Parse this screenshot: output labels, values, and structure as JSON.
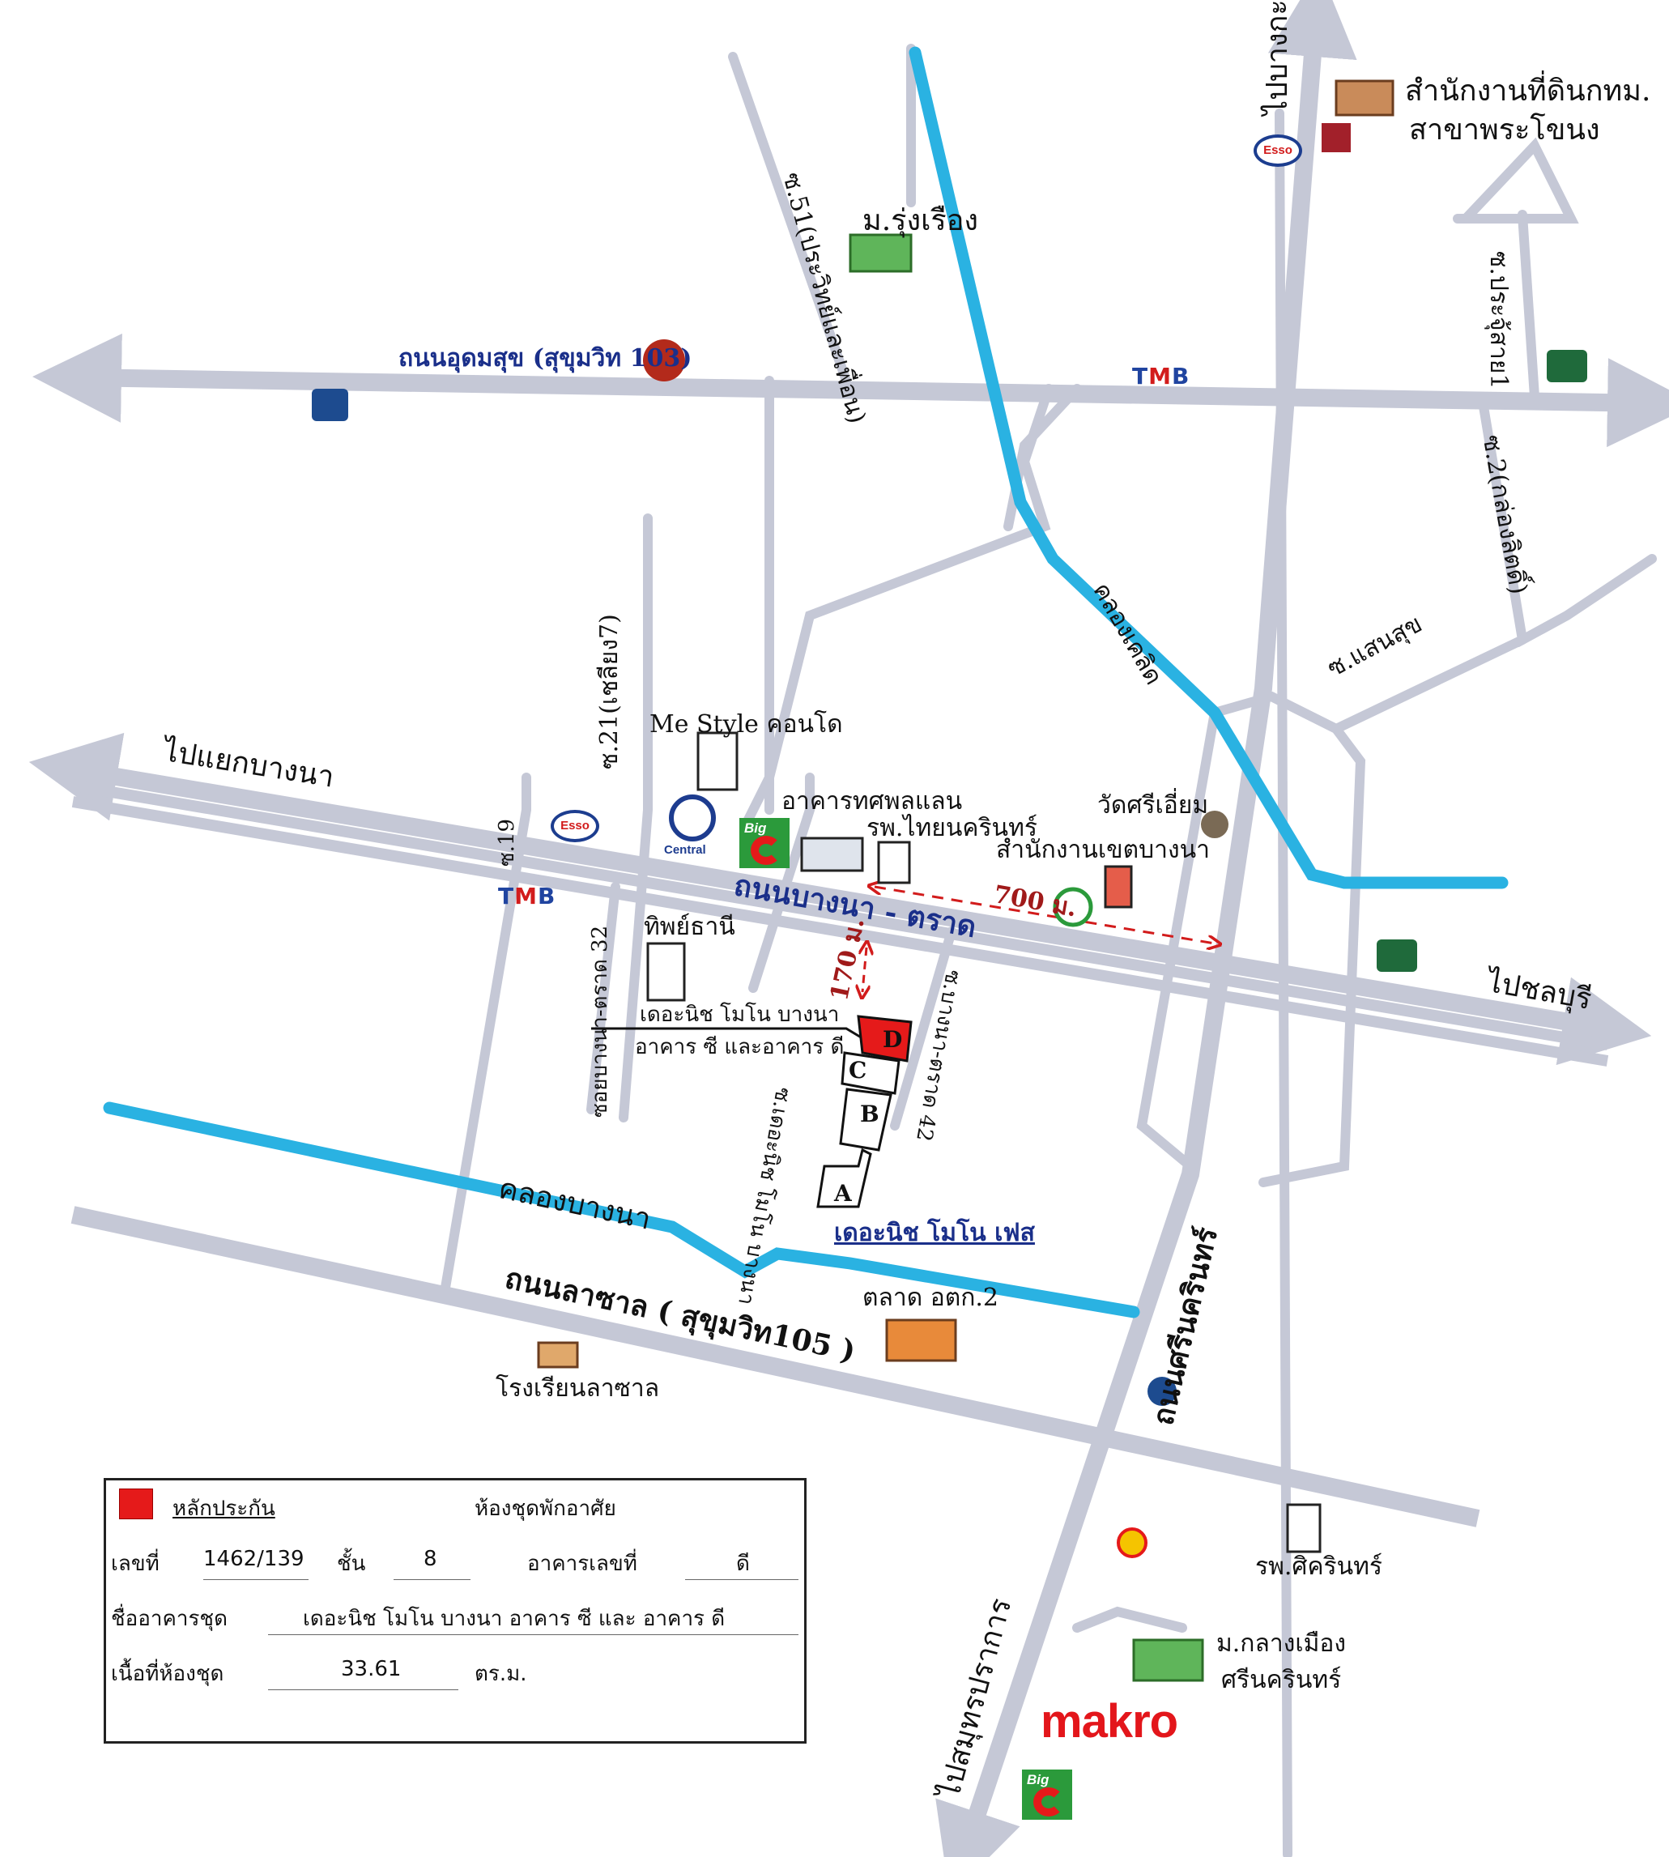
{
  "labels": {
    "to_bang_kapi": "ไปบางกะปิ",
    "land_office_line1": "สำนักงานที่ดินกทม.",
    "land_office_line2": "สาขาพระโขนง",
    "soi_51": "ซ.51(ประวิทย์และเพื่อน)",
    "moo_rung_rueang": "ม.รุ่งเรือง",
    "udom_suk_road": "ถนนอุดมสุข (สุขุมวิท 103)",
    "soi_pracha_uthit": "ซ.ประจุ้สาย1",
    "soi_2": "ซ.2(กล่องลิตดิ์)",
    "khlong_kaet": "คลองเคลิด",
    "soi_saen_suk": "ซ.แสนสุข",
    "soi_21": "ซ.21(เชลียง7)",
    "me_style_condo": "Me Style คอนโด",
    "to_bang_na_junction": "ไปแยกบางนา",
    "soi_19": "ซ.19",
    "thosaphol_building": "อาคารทศพลแลน",
    "thainakarin_hospital": "รพ.ไทยนครินทร์",
    "wat_si_iam": "วัดศรีเอี่ยม",
    "bang_na_district_office": "สำนักงานเขตบางนา",
    "bangna_trad_road": "ถนนบางนา - ตราด",
    "distance_700": "700 ม.",
    "to_chon_buri": "ไปชลบุรี",
    "thip_thani": "ทิพย์ธานี",
    "distance_170": "170 ม.",
    "soi_bangna_trad_32": "ซอยบางนา-ตราด 32",
    "soi_bangna_trad_42": "ซ.บางนา-ตราด 42",
    "project_callout_line1": "เดอะนิช โมโน บางนา",
    "project_callout_line2": "อาคาร ซี และอาคาร ดี",
    "soi_the_niche": "ซ.เดอะนิช โมโน บางนา",
    "khlong_bang_na": "คลองบางนา",
    "the_niche_mono_phase": "เดอะนิช โมโน เฟส",
    "lasalle_road": "ถนนลาซาล ( สุขุมวิท105 )",
    "market": "ตลาด อตก.2",
    "lasalle_school": "โรงเรียนลาซาล",
    "srinakarin_road": "ถนนศรีนครินทร์",
    "sikarin_hospital": "รพ.ศิครินทร์",
    "klang_mueang_line1": "ม.กลางเมือง",
    "klang_mueang_line2": "ศรีนครินทร์",
    "to_samut_prakan": "ไปสมุทรปราการ"
  },
  "buildings": [
    "A",
    "B",
    "C",
    "D"
  ],
  "logos": {
    "tmb": {
      "t": "T",
      "m": "M",
      "b": "B"
    },
    "esso": "Esso",
    "central": "Central",
    "big_c": "Big",
    "makro": "makro"
  },
  "legend": {
    "collateral": "หลักประกัน",
    "type": "ห้องชุดพักอาศัย",
    "number_label": "เลขที่",
    "number_value": "1462/139",
    "floor_label": "ชั้น",
    "floor_value": "8",
    "building_no_label": "อาคารเลขที่",
    "building_no_value": "ดี",
    "building_name_label": "ชื่ออาคารชุด",
    "building_name_value": "เดอะนิช โมโน บางนา อาคาร ซี และ อาคาร ดี",
    "area_label": "เนื้อที่ห้องชุด",
    "area_value": "33.61",
    "area_unit": "ตร.ม."
  },
  "colors": {
    "road": "#c5c8d6",
    "canal": "#2ab2e2",
    "route": "#d21c1c",
    "label_blue": "#1a2f8a",
    "collateral_red": "#e51a1a"
  }
}
